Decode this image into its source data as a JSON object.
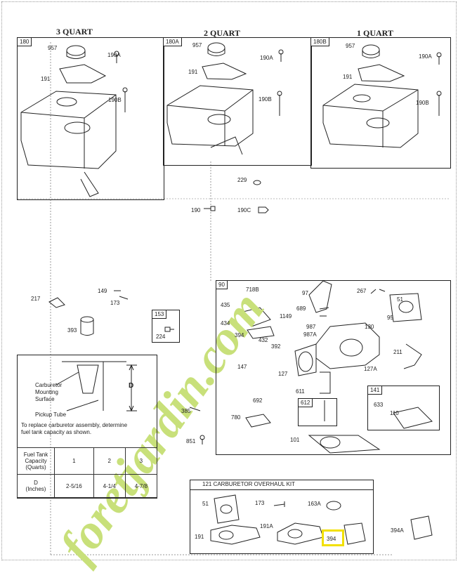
{
  "sections": {
    "q3": {
      "title": "3 QUART",
      "ref": "180"
    },
    "q2": {
      "title": "2 QUART",
      "ref": "180A"
    },
    "q1": {
      "title": "1 QUART",
      "ref": "180B"
    }
  },
  "tank_parts": {
    "cap": "957",
    "screw": "190A",
    "gasket": "191",
    "bolt": "190B"
  },
  "loose_parts": {
    "p229": "229",
    "p190": "190",
    "p190c": "190C",
    "p217": "217",
    "p149": "149",
    "p173": "173",
    "p393": "393",
    "p153": "153",
    "p224": "224"
  },
  "carb": {
    "ref": "90",
    "parts": {
      "p718b": "718B",
      "p97": "97",
      "p267": "267",
      "p51": "51",
      "p435": "435",
      "p689": "689",
      "p434": "434",
      "p1149": "1149",
      "p987": "987",
      "p95": "95",
      "p130": "130",
      "p394": "394",
      "p432": "432",
      "p987a": "987A",
      "p392": "392",
      "p211": "211",
      "p147": "147",
      "p127": "127",
      "p127a": "127A",
      "p611": "611",
      "p692": "692",
      "p612": "612",
      "p141": "141",
      "p633": "633",
      "p110": "110",
      "p385": "385",
      "p780": "780",
      "p101": "101",
      "p851": "851"
    }
  },
  "fuel_table": {
    "labels": {
      "carb_surface": "Carburetor\nMounting\nSurface",
      "pickup_tube": "Pickup Tube",
      "dim": "D",
      "note": "To replace carburetor assembly, determine fuel tank capacity as shown."
    },
    "row1_header": "Fuel Tank\nCapacity\n(Quarts)",
    "row1": [
      "1",
      "2",
      "3"
    ],
    "row2_header": "D\n(Inches)",
    "row2": [
      "2-5/16",
      "4-1/4",
      "4-7/8"
    ]
  },
  "kit": {
    "title": "121 CARBURETOR OVERHAUL KIT",
    "parts": {
      "p51": "51",
      "p173": "173",
      "p163a": "163A",
      "p191": "191",
      "p191a": "191A",
      "p394": "394"
    }
  },
  "outside_part": "394A",
  "watermark": "foretjardin.com",
  "colors": {
    "watermark_green": "#c8e07a",
    "watermark_tan": "#c9b9a6",
    "highlight": "#f2e000"
  }
}
